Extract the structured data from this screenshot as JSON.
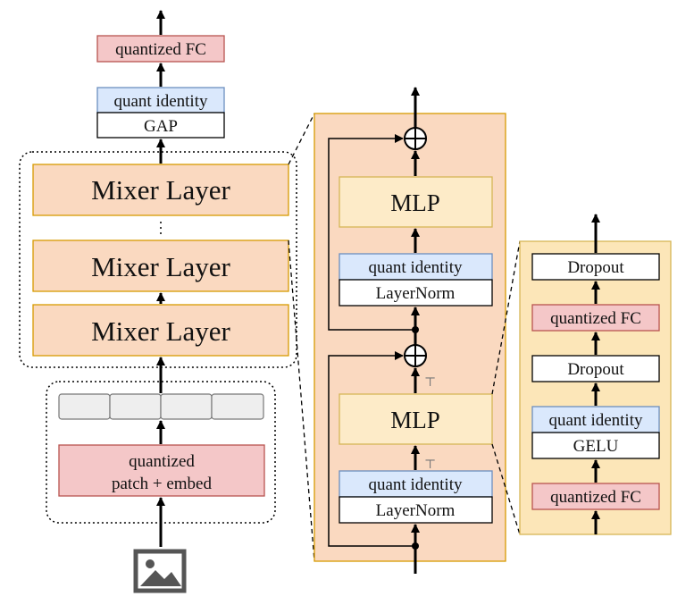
{
  "colors": {
    "red_fill": "#f4c7c8",
    "red_stroke": "#b85450",
    "blue_fill": "#dae8fc",
    "blue_stroke": "#6c8ebf",
    "orange_fill": "#fad9c0",
    "orange_stroke": "#d79b00",
    "mlp_fill": "#fdebc8",
    "yellow_panel_fill": "#fce6b8",
    "token_fill": "#eeeeee",
    "token_stroke": "#777777"
  },
  "left_stack": {
    "output_fc": "quantized FC",
    "quant_identity": "quant identity",
    "gap": "GAP",
    "mixer_layers": [
      "Mixer Layer",
      "Mixer Layer",
      "Mixer Layer"
    ],
    "patch_embed_line1": "quantized",
    "patch_embed_line2": "patch + embed",
    "input_icon": "image-icon",
    "token_count": 4
  },
  "mixer_detail": {
    "top_mlp": "MLP",
    "top_quant_identity": "quant identity",
    "top_layernorm": "LayerNorm",
    "bottom_mlp": "MLP",
    "bottom_quant_identity": "quant identity",
    "bottom_layernorm": "LayerNorm",
    "transpose_symbol": "⊤"
  },
  "mlp_detail": {
    "dropout_top": "Dropout",
    "fc_top": "quantized FC",
    "dropout_bottom": "Dropout",
    "quant_identity": "quant identity",
    "gelu": "GELU",
    "fc_bottom": "quantized FC"
  }
}
